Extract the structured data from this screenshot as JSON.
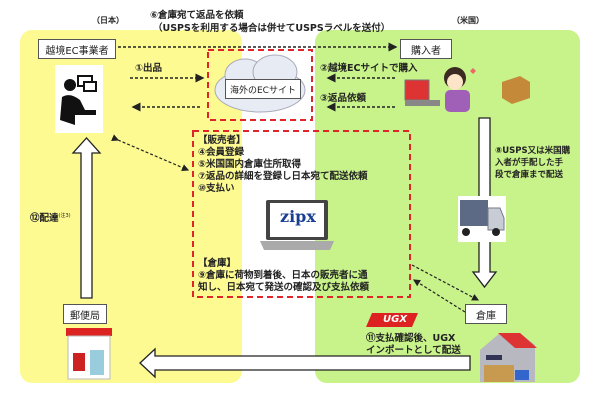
{
  "regions": {
    "japan": "（日本）",
    "usa": "（米国）"
  },
  "top_note": {
    "line1": "⑥倉庫宛て返品を依頼",
    "line2": "（USPSを利用する場合は併せてUSPSラベルを送付）"
  },
  "actors": {
    "seller": "越境EC事業者",
    "buyer": "購入者",
    "ec_site": "海外のECサイト",
    "warehouse": "倉庫",
    "post_office": "郵便局"
  },
  "steps": {
    "s1": "①出品",
    "s2": "②越境ECサイトで購入",
    "s3": "③返品依頼",
    "s8": [
      "⑧USPS又は米国購",
      "入者が手配した手",
      "段で倉庫まで配送"
    ],
    "s11": [
      "⑪支払確認後、UGX",
      "インポートとして配送"
    ],
    "s12": "⑫配達",
    "s12_note": "(注3)"
  },
  "zipx_box": {
    "seller_heading": "【販売者】",
    "seller_items": [
      "④会員登録",
      "⑤米国国内倉庫住所取得",
      "⑦返品の詳細を登録し日本宛て配送依頼",
      "⑩支払い"
    ],
    "warehouse_heading": "【倉庫】",
    "warehouse_items": [
      "⑨倉庫に荷物到着後、日本の販売者に通",
      "知し、日本宛て発送の確認及び支払依頼"
    ]
  },
  "logos": {
    "zipx": "zipx",
    "ugx": "UGX"
  },
  "colors": {
    "japan_bg": "#fdfa92",
    "usa_bg": "#c8f28a",
    "dashed_red": "#e0252a"
  }
}
